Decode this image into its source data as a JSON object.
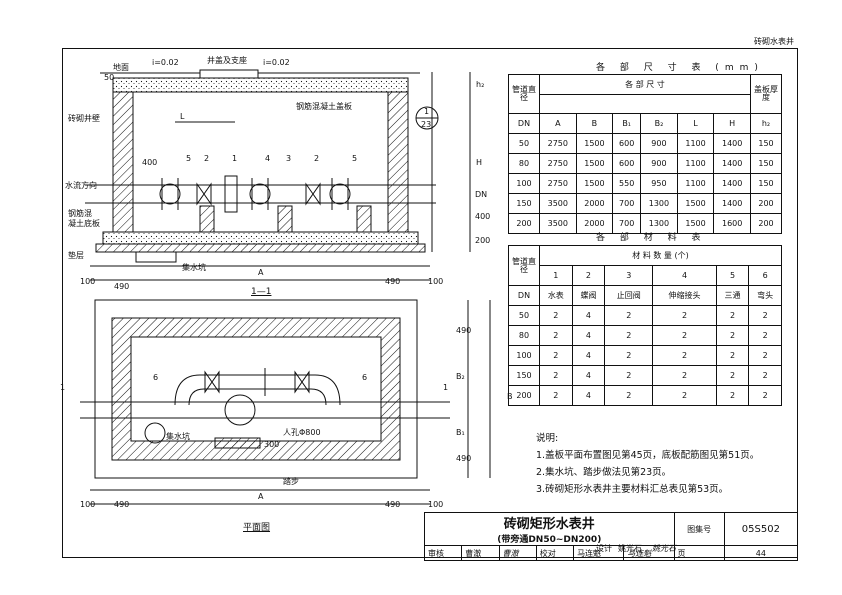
{
  "header_tag": "砖砌水表井",
  "sizes_table": {
    "caption": "各 部 尺 寸 表 (mm)",
    "col_pipe": "管道直径",
    "col_dims": "各 部 尺 寸",
    "col_cover": "盖板厚度",
    "sub": [
      "DN",
      "A",
      "B",
      "B₁",
      "B₂",
      "L",
      "H",
      "h₂"
    ],
    "rows": [
      [
        "50",
        "2750",
        "1500",
        "600",
        "900",
        "1100",
        "1400",
        "150"
      ],
      [
        "80",
        "2750",
        "1500",
        "600",
        "900",
        "1100",
        "1400",
        "150"
      ],
      [
        "100",
        "2750",
        "1500",
        "550",
        "950",
        "1100",
        "1400",
        "150"
      ],
      [
        "150",
        "3500",
        "2000",
        "700",
        "1300",
        "1500",
        "1400",
        "200"
      ],
      [
        "200",
        "3500",
        "2000",
        "700",
        "1300",
        "1500",
        "1600",
        "200"
      ]
    ]
  },
  "materials_table": {
    "caption": "各 部 材 料 表",
    "col_pipe": "管道直径",
    "col_qty": "材 料 数 量 (个)",
    "nums": [
      "1",
      "2",
      "3",
      "4",
      "5",
      "6"
    ],
    "names": [
      "DN",
      "水表",
      "蝶阀",
      "止回阀",
      "伸缩接头",
      "三通",
      "弯头"
    ],
    "rows": [
      [
        "50",
        "2",
        "4",
        "2",
        "2",
        "2",
        "2"
      ],
      [
        "80",
        "2",
        "4",
        "2",
        "2",
        "2",
        "2"
      ],
      [
        "100",
        "2",
        "4",
        "2",
        "2",
        "2",
        "2"
      ],
      [
        "150",
        "2",
        "4",
        "2",
        "2",
        "2",
        "2"
      ],
      [
        "200",
        "2",
        "4",
        "2",
        "2",
        "2",
        "2"
      ]
    ]
  },
  "notes": {
    "title": "说明:",
    "items": [
      "1.盖板平面布置图见第45页，底板配筋图见第51页。",
      "2.集水坑、踏步做法见第23页。",
      "3.砖砌矩形水表井主要材料汇总表见第53页。"
    ]
  },
  "section_labels": {
    "ground": "地面",
    "slope_left": "i=0.02",
    "slope_right": "i=0.02",
    "cover_seat": "井盖及支座",
    "brick_wall": "砖砌井壁",
    "rc_cover": "钢筋混凝土盖板",
    "flow": "水流方向",
    "rc_base_1": "钢筋混",
    "rc_base_2": "凝土底板",
    "cushion": "垫层",
    "sump": "集水坑",
    "L": "L",
    "H": "H",
    "DN": "DN",
    "A": "A",
    "d50": "50",
    "d400": "400",
    "d200": "200",
    "d100": "100",
    "d490": "490",
    "h2": "h₂",
    "nums": [
      "5",
      "2",
      "1",
      "4",
      "3",
      "2",
      "5"
    ],
    "detail_top": "1",
    "detail_bot": "23",
    "title": "1—1"
  },
  "plan_labels": {
    "sump": "集水坑",
    "manhole": "人孔Φ800",
    "step": "踏步",
    "cut": "1",
    "six": "6",
    "B": "B",
    "B1": "B₁",
    "B2": "B₂",
    "A": "A",
    "d490": "490",
    "d100": "100",
    "d300": "300",
    "title": "平面图"
  },
  "title_block": {
    "title": "砖砌矩形水表井",
    "subtitle": "(带旁通DN50~DN200)",
    "atlas_label": "图集号",
    "atlas_no": "05S502",
    "review": "审核",
    "reviewer": "曹澈",
    "reviewer_sig": "曹澈",
    "check": "校对",
    "checker": "马连魁",
    "checker_sig": "马连魁",
    "design": "设计",
    "designer": "姚光石",
    "designer_sig": "姚光石",
    "page_label": "页",
    "page_no": "44"
  }
}
